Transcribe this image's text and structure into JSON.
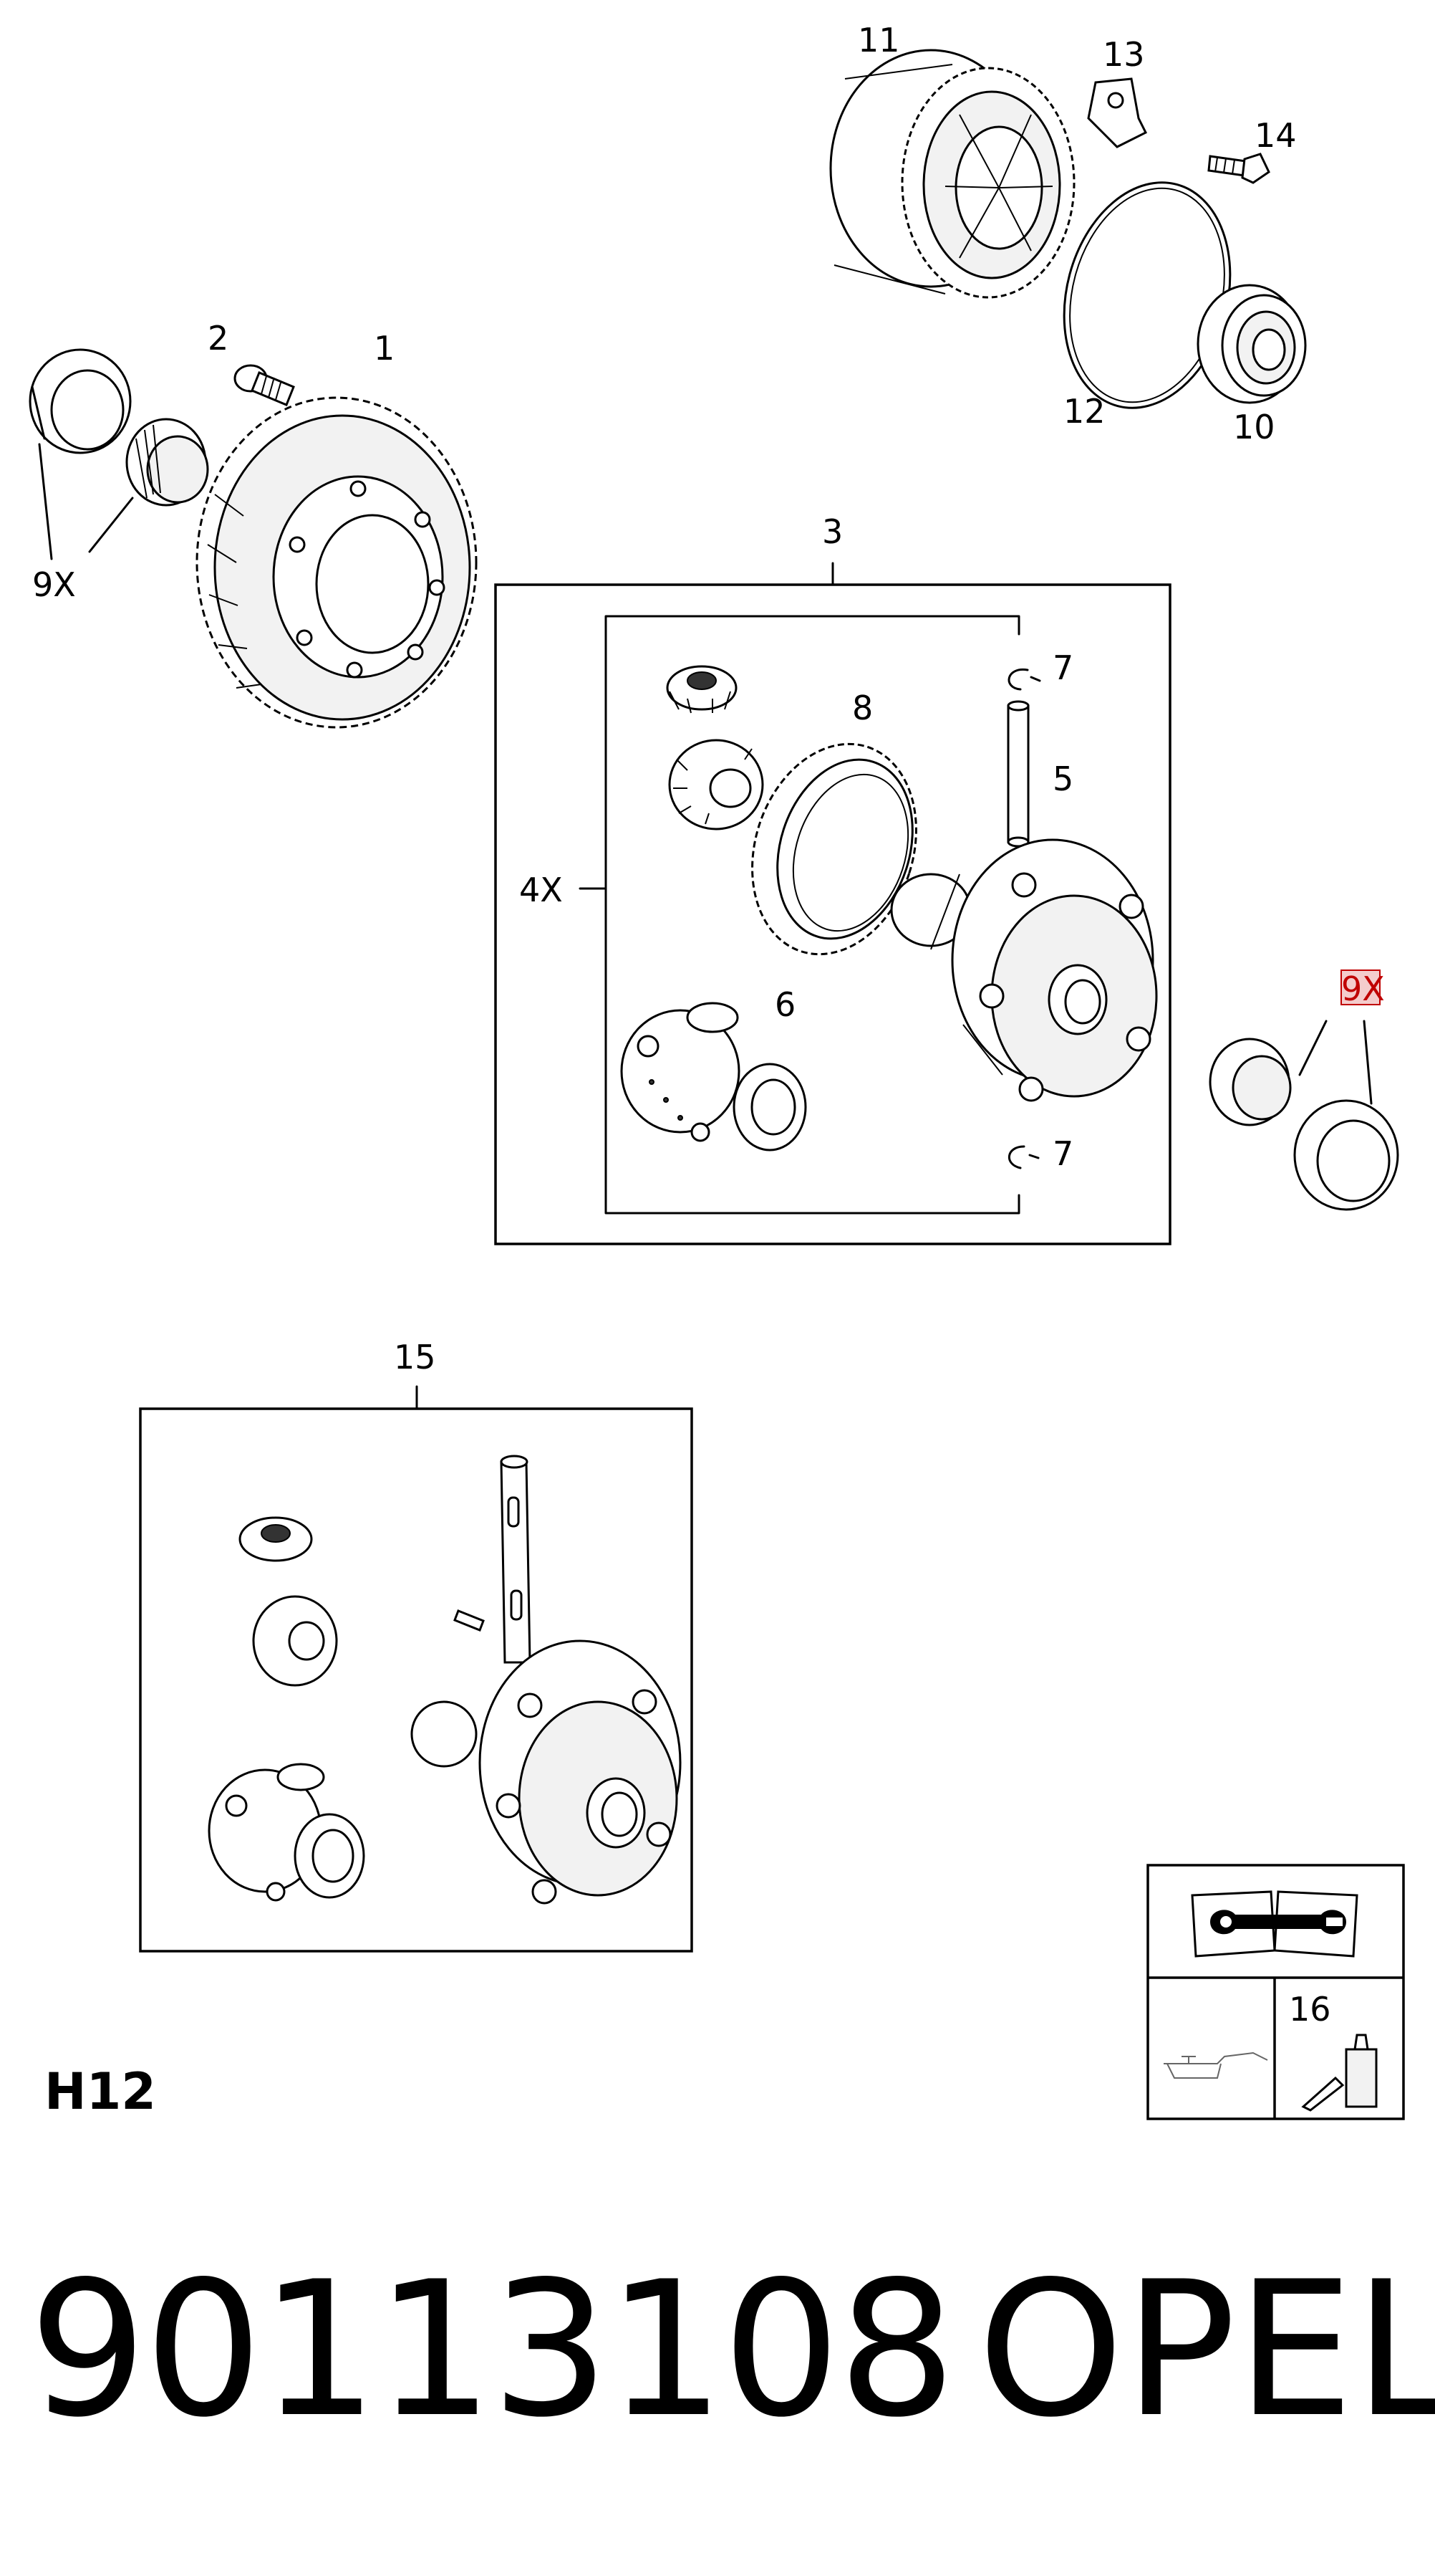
{
  "callouts": {
    "c1": "1",
    "c2": "2",
    "c3": "3",
    "c4x": "4X",
    "c5": "5",
    "c6": "6",
    "c7a": "7",
    "c7b": "7",
    "c8": "8",
    "c9x_left": "9X",
    "c9x_right": "9X",
    "c10": "10",
    "c11": "11",
    "c12": "12",
    "c13": "13",
    "c14": "14",
    "c15": "15",
    "c16": "16"
  },
  "highlight_color": "#c00000",
  "legend": {
    "icons": [
      "book-wrench-icon",
      "oil-can-icon",
      "sealant-bottle-icon"
    ]
  },
  "drawing_code": "H12",
  "part_number": "90113108",
  "brand": "OPEL"
}
